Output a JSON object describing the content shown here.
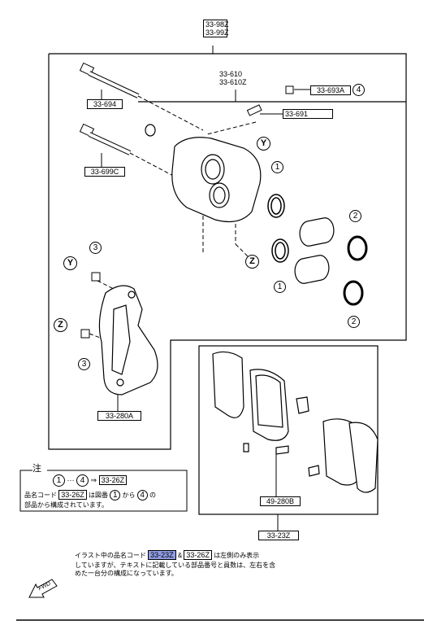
{
  "labels": {
    "top_assy": [
      "33-98Z",
      "33-99Z"
    ],
    "caliper_assy": [
      "33-610",
      "33-610Z"
    ],
    "bolt_upper": "33-694",
    "bolt_lower": "33-699C",
    "cap": "33-693A",
    "bleeder": "33-691",
    "bracket": "33-280A",
    "pads": "49-280B",
    "bottom_assy": "33-23Z"
  },
  "markers": {
    "one": "1",
    "two": "2",
    "three": "3",
    "four": "4",
    "y": "Y",
    "z": "Z"
  },
  "note": {
    "title": "注",
    "range_dots": "···",
    "arrow": "⇒",
    "kit_code": "33-26Z",
    "line2_prefix": "品名コード",
    "line2_mid": "は図番",
    "line2_from": "から",
    "line2_suffix": "の",
    "line3": "部品から構成されています。"
  },
  "footer": {
    "line1_prefix": "イラスト中の品名コード",
    "code_a": "33-23Z",
    "amp": "&",
    "code_b": "33-26Z",
    "line1_suffix": "は左側のみ表示",
    "line2": "していますが、テキストに記載している部品番号と員数は、左右を含",
    "line3": "めた一台分の構成になっています。",
    "fwd": "FWD"
  }
}
